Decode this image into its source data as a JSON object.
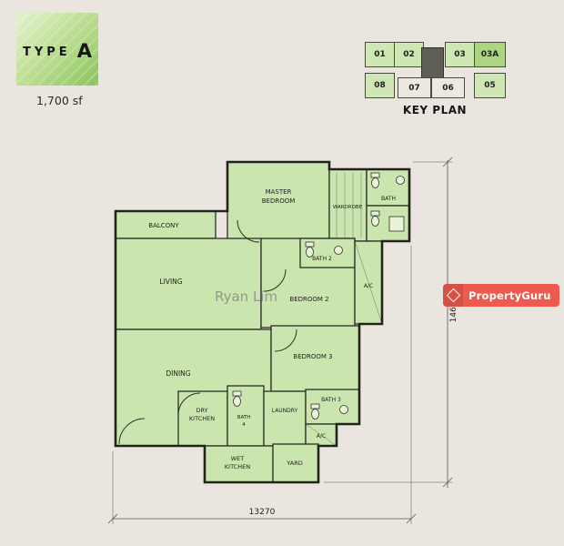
{
  "colors": {
    "background": "#eae6df",
    "plan_fill": "#cbe5ae",
    "wall": "#2e2e28",
    "brand_red": "#ec5b4e",
    "highlight_green": "#abd580"
  },
  "type_badge": {
    "word": "TYPE",
    "letter": "A",
    "area": "1,700 sf"
  },
  "key_plan": {
    "title": "KEY PLAN",
    "units_top": [
      "01",
      "02",
      "03",
      "03A"
    ],
    "units_bottom": [
      "08",
      "07",
      "06",
      "05"
    ]
  },
  "floorplan": {
    "labels": {
      "master_bedroom": [
        "MASTER",
        "BEDROOM"
      ],
      "wardrobe": "WARDROBE",
      "bath_master": "BATH",
      "balcony": "BALCONY",
      "living": "LIVING",
      "bath2": "BATH 2",
      "bedroom2": "BEDROOM 2",
      "ac1": "A/C",
      "dining": "DINING",
      "bedroom3": "BEDROOM 3",
      "dry_kitchen": [
        "DRY",
        "KITCHEN"
      ],
      "bath4": [
        "BATH",
        "4"
      ],
      "laundry": "LAUNDRY",
      "bath3": "BATH 3",
      "ac2": "A/C",
      "wet_kitchen": [
        "WET",
        "KITCHEN"
      ],
      "yard": "YARD"
    }
  },
  "dimensions": {
    "width_label": "13270",
    "height_label": "14630"
  },
  "watermarks": {
    "agent_name": "Ryan Lim",
    "brand": "PropertyGuru"
  }
}
